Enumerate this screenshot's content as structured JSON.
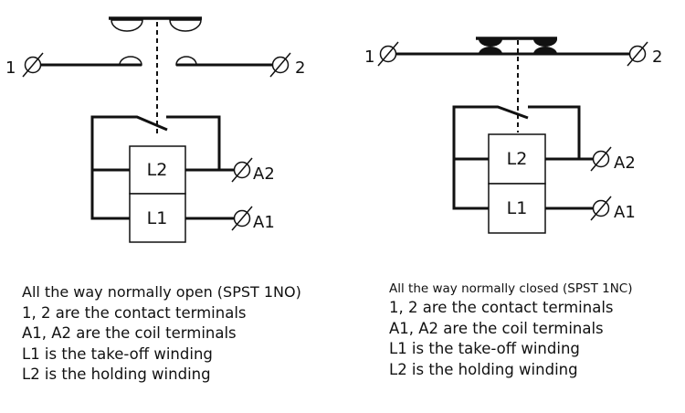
{
  "left_diagram": {
    "terminal_1": "1",
    "terminal_2": "2",
    "coil_upper": "L2",
    "coil_lower": "L1",
    "coil_terminal_upper": "A2",
    "coil_terminal_lower": "A1"
  },
  "right_diagram": {
    "terminal_1": "1",
    "terminal_2": "2",
    "coil_upper": "L2",
    "coil_lower": "L1",
    "coil_terminal_upper": "A2",
    "coil_terminal_lower": "A1"
  },
  "left_caption": {
    "title": "All the way normally open (SPST 1NO)",
    "lines": [
      "1, 2 are the contact terminals",
      "A1, A2 are the coil terminals",
      "L1 is the take-off winding",
      "L2 is the holding winding"
    ]
  },
  "right_caption": {
    "title": "All the way normally closed (SPST 1NC)",
    "lines": [
      "1, 2 are the contact terminals",
      "A1, A2 are the coil terminals",
      "L1 is the take-off winding",
      "L2 is the holding winding"
    ]
  }
}
